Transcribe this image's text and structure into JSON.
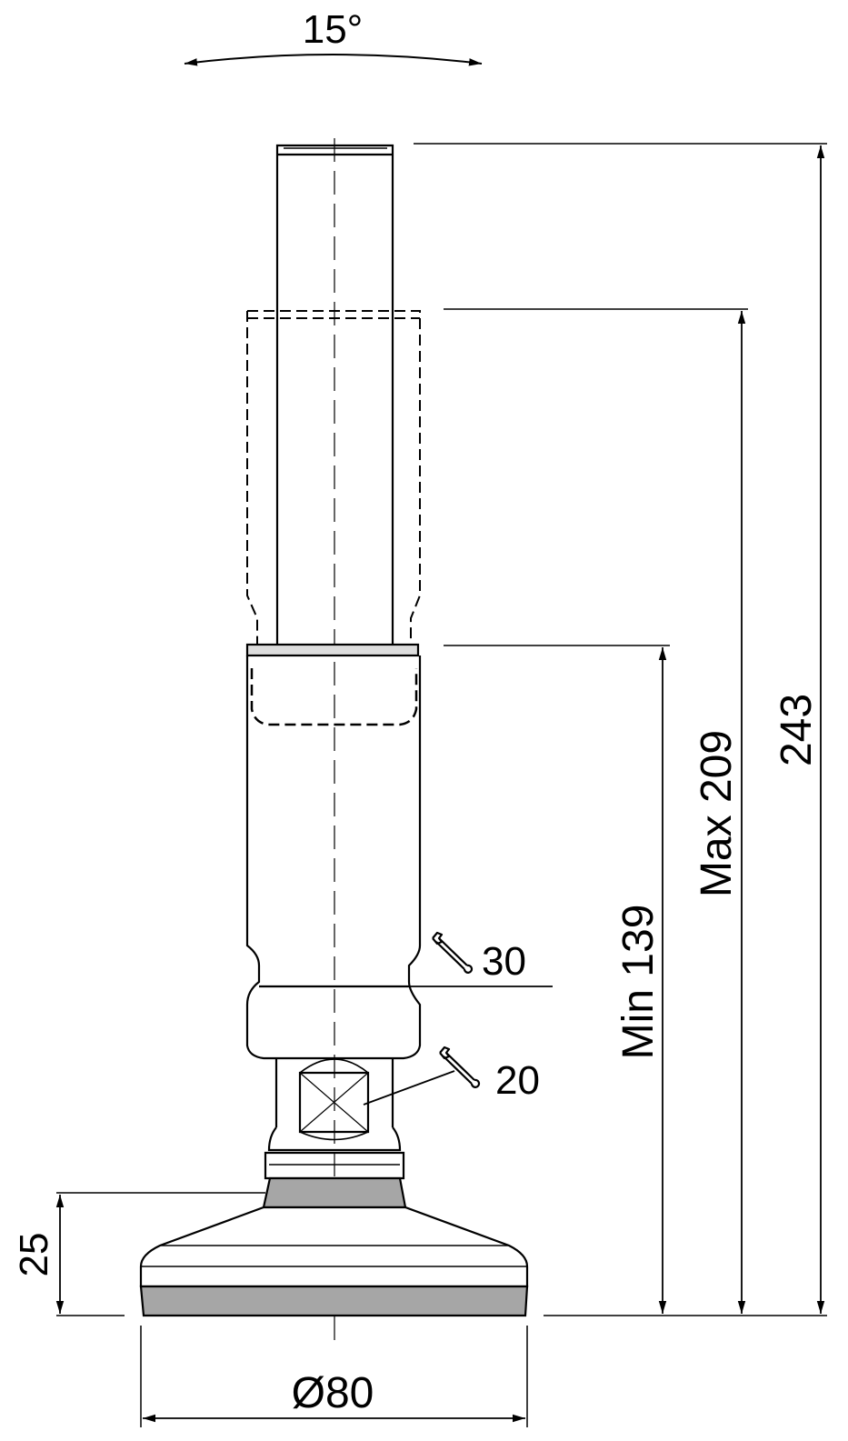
{
  "dimensions": {
    "angle": "15°",
    "total_height": "243",
    "max_height": "Max 209",
    "min_height": "Min 139",
    "wrench_upper": "30",
    "wrench_lower": "20",
    "base_height": "25",
    "base_diameter": "Ø80"
  },
  "colors": {
    "line": "#000000",
    "pad": "#a6a6a6",
    "background": "#ffffff"
  },
  "icons": {
    "wrench": "wrench-icon"
  }
}
